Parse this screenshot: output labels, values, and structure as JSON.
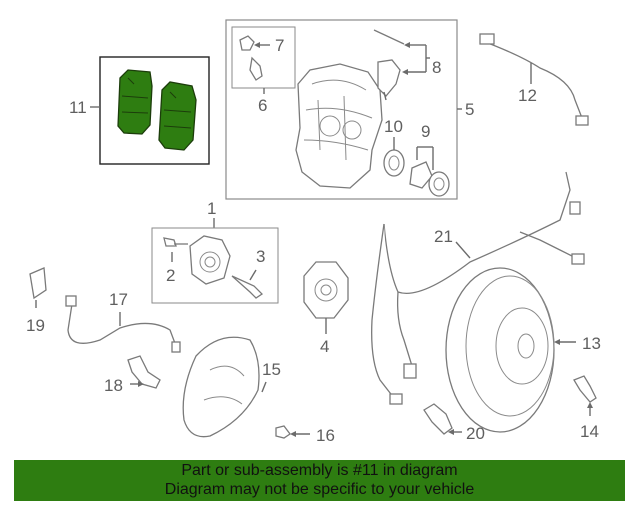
{
  "labels": {
    "l1": "1",
    "l2": "2",
    "l3": "3",
    "l4": "4",
    "l5": "5",
    "l6": "6",
    "l7": "7",
    "l8": "8",
    "l9": "9",
    "l10": "10",
    "l11": "11",
    "l12": "12",
    "l13": "13",
    "l14": "14",
    "l15": "15",
    "l16": "16",
    "l17": "17",
    "l18": "18",
    "l19": "19",
    "l20": "20",
    "l21": "21"
  },
  "highlight": {
    "part": "11",
    "color": "#2e7d11"
  },
  "footer": {
    "line1": "Part or sub-assembly is #11 in diagram",
    "line2": "Diagram may not be specific to your vehicle"
  }
}
